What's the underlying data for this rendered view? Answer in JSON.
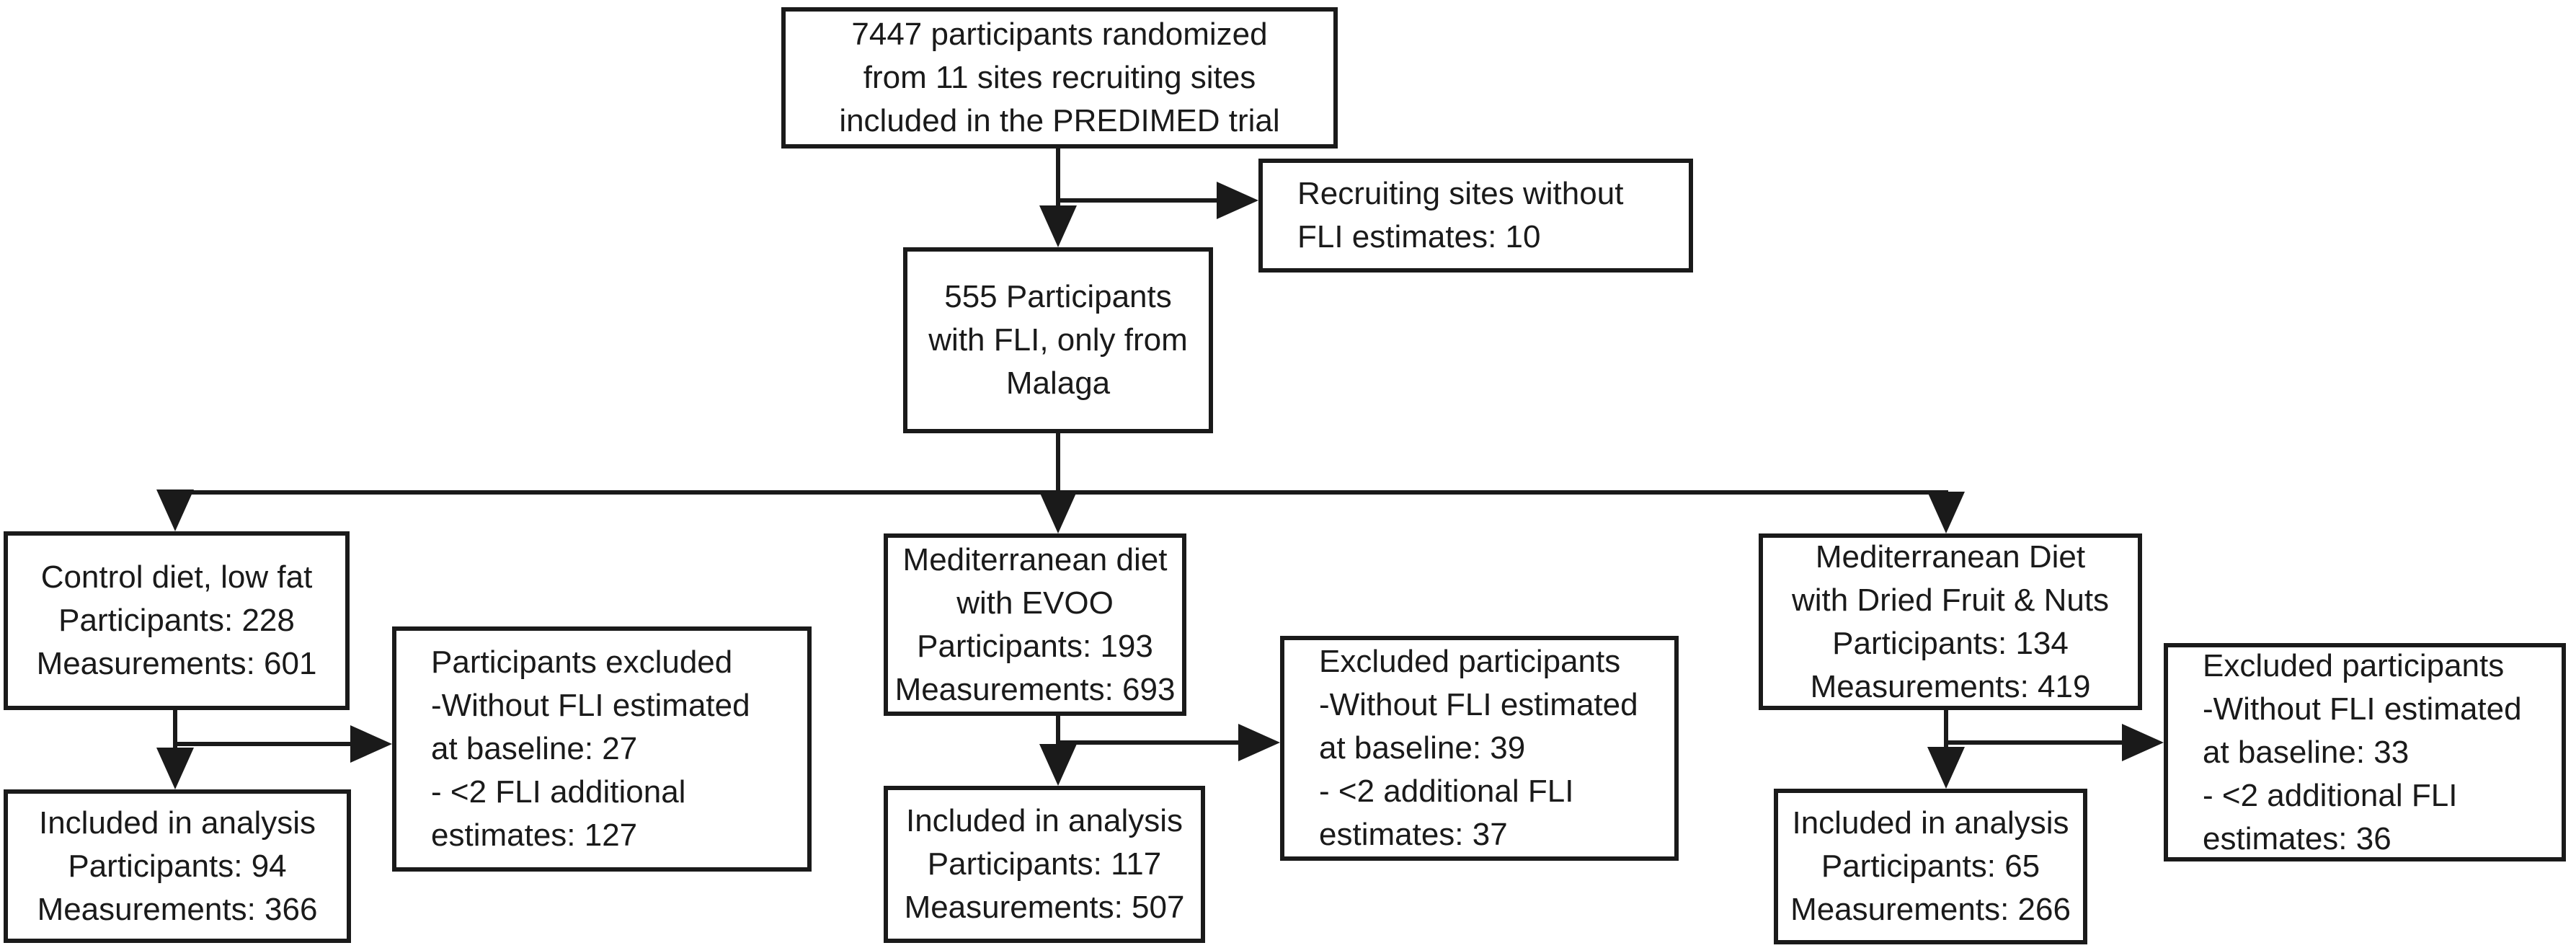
{
  "colors": {
    "box_border": "#1a1a1a",
    "connector_line": "#1a1a1a",
    "text": "#1a1a1a",
    "background": "#ffffff"
  },
  "boxes": {
    "randomized": {
      "lines": [
        "7447 participants randomized",
        "from 11 sites recruiting sites",
        "included in the PREDIMED trial"
      ]
    },
    "sites_without_fli": {
      "lines": [
        "Recruiting sites without",
        "FLI estimates: 10"
      ]
    },
    "malaga": {
      "lines": [
        "555 Participants",
        "with FLI, only from",
        "Malaga"
      ]
    },
    "control": {
      "lines": [
        "Control diet, low fat",
        "Participants: 228",
        "Measurements: 601"
      ]
    },
    "control_excluded": {
      "lines": [
        "Participants excluded",
        "-Without FLI estimated",
        "at baseline: 27",
        "- <2 FLI additional",
        "estimates: 127"
      ]
    },
    "control_included": {
      "lines": [
        "Included in analysis",
        "Participants: 94",
        "Measurements: 366"
      ]
    },
    "evoo": {
      "lines": [
        "Mediterranean diet",
        "with EVOO",
        "Participants: 193",
        "Measurements: 693"
      ]
    },
    "evoo_excluded": {
      "lines": [
        "Excluded participants",
        "-Without FLI estimated",
        "at baseline: 39",
        "- <2 additional FLI",
        "estimates: 37"
      ]
    },
    "evoo_included": {
      "lines": [
        "Included in analysis",
        "Participants: 117",
        "Measurements: 507"
      ]
    },
    "nuts": {
      "lines": [
        "Mediterranean Diet",
        "with Dried Fruit & Nuts",
        "Participants: 134",
        "Measurements: 419"
      ]
    },
    "nuts_excluded": {
      "lines": [
        "Excluded participants",
        "-Without FLI estimated",
        "at baseline: 33",
        "- <2 additional FLI",
        "estimates: 36"
      ]
    },
    "nuts_included": {
      "lines": [
        "Included in analysis",
        "Participants: 65",
        "Measurements: 266"
      ]
    }
  }
}
